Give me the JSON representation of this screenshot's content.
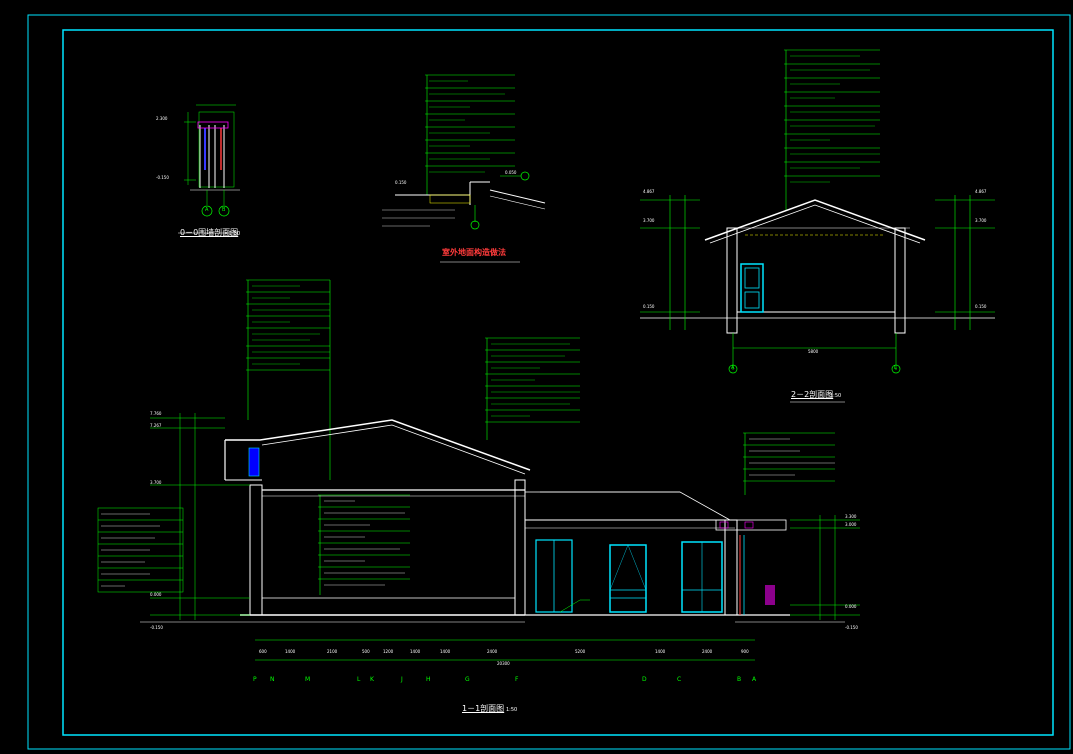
{
  "drawing": {
    "background_color": "#000000",
    "frame_color": "#00e5ff",
    "line_colors": {
      "section": "#ffffff",
      "leaders": "#00ff00",
      "windows": "#00e5ff",
      "dimensions": "#00ff00",
      "accent_red": "#ff3b3b",
      "accent_yellow": "#ffff00",
      "accent_magenta": "#ff00ff"
    }
  },
  "views": {
    "section_1_1": {
      "title": "1－1剖面图",
      "scale": "1:50",
      "grid_axes": [
        "P",
        "N",
        "M",
        "L",
        "K",
        "J",
        "H",
        "G",
        "F",
        "D",
        "C",
        "B",
        "A"
      ],
      "dim_segments": [
        "600",
        "1400",
        "2100",
        "500",
        "1200",
        "1400",
        "1400",
        "2400",
        "5200",
        "1400",
        "2400",
        "900"
      ],
      "total_dim": "20300",
      "elevations_left": [
        "7.760",
        "7.267",
        "3.700",
        "0.000",
        "-0.150"
      ],
      "elevations_right": [
        "3.300",
        "3.000",
        "0.000",
        "-0.150"
      ]
    },
    "section_2_2": {
      "title": "2－2剖面图",
      "scale": "1:50",
      "grid_axes": [
        "A",
        "L"
      ],
      "total_dim": "5800",
      "elevations_left": [
        "4.867",
        "3.700",
        "0.150"
      ],
      "elevations_right": [
        "4.867",
        "3.700",
        "0.150"
      ]
    },
    "detail_0_0": {
      "title": "0－0围墙剖面图",
      "scale": "1:50",
      "grid_axes": [
        "A",
        "B"
      ],
      "elevations": [
        "2.300",
        "-0.150"
      ]
    },
    "detail_floor": {
      "title": "室外地面构造做法",
      "elevations": [
        "0.150",
        "0.050"
      ]
    }
  }
}
